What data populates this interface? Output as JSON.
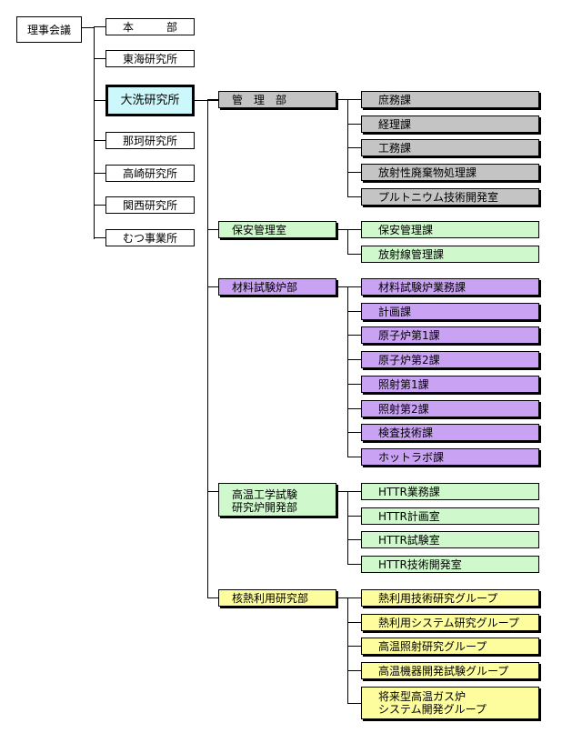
{
  "root": {
    "label": "理事会議"
  },
  "level1": [
    {
      "label": "本　　　部",
      "highlight": false
    },
    {
      "label": "東海研究所",
      "highlight": false
    },
    {
      "label": "大洗研究所",
      "highlight": true
    },
    {
      "label": "那珂研究所",
      "highlight": false
    },
    {
      "label": "高崎研究所",
      "highlight": false
    },
    {
      "label": "関西研究所",
      "highlight": false
    },
    {
      "label": "むつ事業所",
      "highlight": false
    }
  ],
  "departments": [
    {
      "lines": [
        "管　理　部"
      ],
      "color": "#c4c4c4",
      "units": [
        {
          "lines": [
            "庶務課"
          ]
        },
        {
          "lines": [
            "経理課"
          ]
        },
        {
          "lines": [
            "工務課"
          ]
        },
        {
          "lines": [
            "放射性廃棄物処理課"
          ]
        },
        {
          "lines": [
            "プルトニウム技術開発室"
          ]
        }
      ]
    },
    {
      "lines": [
        "保安管理室"
      ],
      "color": "#cff8cc",
      "units": [
        {
          "lines": [
            "保安管理課"
          ]
        },
        {
          "lines": [
            "放射線管理課"
          ]
        }
      ]
    },
    {
      "lines": [
        "材料試験炉部"
      ],
      "color": "#c9a2f3",
      "units": [
        {
          "lines": [
            "材料試験炉業務課"
          ]
        },
        {
          "lines": [
            "計画課"
          ]
        },
        {
          "lines": [
            "原子炉第1課"
          ]
        },
        {
          "lines": [
            "原子炉第2課"
          ]
        },
        {
          "lines": [
            "照射第1課"
          ]
        },
        {
          "lines": [
            "照射第2課"
          ]
        },
        {
          "lines": [
            "検査技術課"
          ]
        },
        {
          "lines": [
            "ホットラボ課"
          ]
        }
      ]
    },
    {
      "lines": [
        "高温工学試験",
        "研究炉開発部"
      ],
      "color": "#cff8cc",
      "units": [
        {
          "lines": [
            "HTTR業務課"
          ]
        },
        {
          "lines": [
            "HTTR計画室"
          ]
        },
        {
          "lines": [
            "HTTR試験室"
          ]
        },
        {
          "lines": [
            "HTTR技術開発室"
          ]
        }
      ]
    },
    {
      "lines": [
        "核熱利用研究部"
      ],
      "color": "#fdfd9e",
      "units": [
        {
          "lines": [
            "熱利用技術研究グループ"
          ]
        },
        {
          "lines": [
            "熱利用システム研究グループ"
          ]
        },
        {
          "lines": [
            "高温照射研究グループ"
          ]
        },
        {
          "lines": [
            "高温機器開発試験グループ"
          ]
        },
        {
          "lines": [
            "将来型高温ガス炉",
            "システム開発グループ"
          ]
        }
      ]
    }
  ]
}
